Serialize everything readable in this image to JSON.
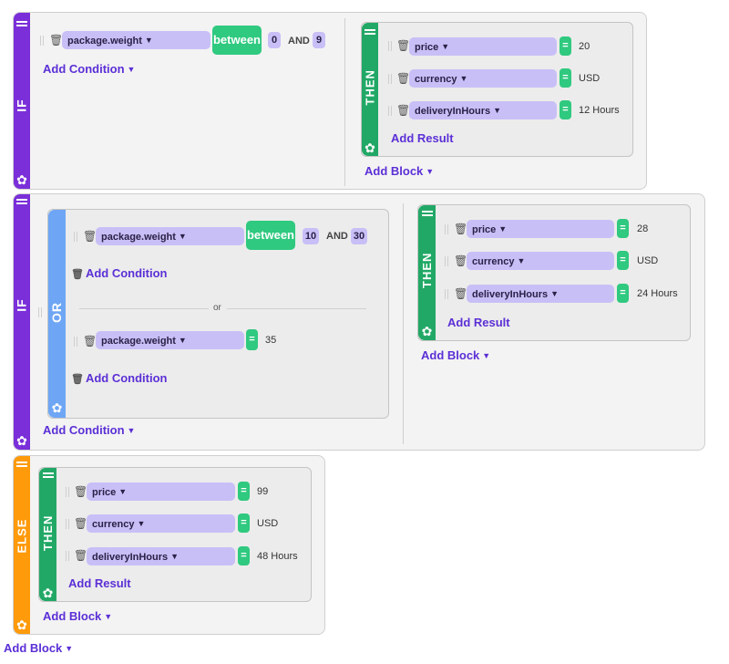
{
  "labels": {
    "if": "IF",
    "or": "OR",
    "then": "THEN",
    "else": "ELSE",
    "and": "AND",
    "or_sep": "or"
  },
  "links": {
    "add_condition": "Add Condition",
    "add_result": "Add Result",
    "add_block": "Add Block"
  },
  "icons": {
    "gear": "gear-icon",
    "trash": "trash-icon",
    "drag": "drag-handle-icon",
    "handle": "menu-handle-icon",
    "caret": "chevron-down-icon"
  },
  "colors": {
    "if_strip": "#7a2fd9",
    "or_strip": "#6ea6f5",
    "then_strip": "#22a866",
    "else_strip": "#ff9a0a",
    "green": "#2fc97f",
    "lavender": "#c9bff7",
    "link": "#5b2fd6"
  },
  "block1": {
    "condition": {
      "field": "package.weight",
      "operator": "between",
      "from": "0",
      "to": "9"
    },
    "results": [
      {
        "field": "price",
        "operator": "=",
        "value": "20"
      },
      {
        "field": "currency",
        "operator": "=",
        "value": "USD"
      },
      {
        "field": "deliveryInHours",
        "operator": "=",
        "value": "12 Hours"
      }
    ]
  },
  "block2": {
    "or_group": {
      "condition1": {
        "field": "package.weight",
        "operator": "between",
        "from": "10",
        "to": "30"
      },
      "condition2": {
        "field": "package.weight",
        "operator": "=",
        "value": "35"
      }
    },
    "results": [
      {
        "field": "price",
        "operator": "=",
        "value": "28"
      },
      {
        "field": "currency",
        "operator": "=",
        "value": "USD"
      },
      {
        "field": "deliveryInHours",
        "operator": "=",
        "value": "24 Hours"
      }
    ]
  },
  "else_block": {
    "results": [
      {
        "field": "price",
        "operator": "=",
        "value": "99"
      },
      {
        "field": "currency",
        "operator": "=",
        "value": "USD"
      },
      {
        "field": "deliveryInHours",
        "operator": "=",
        "value": "48 Hours"
      }
    ]
  }
}
